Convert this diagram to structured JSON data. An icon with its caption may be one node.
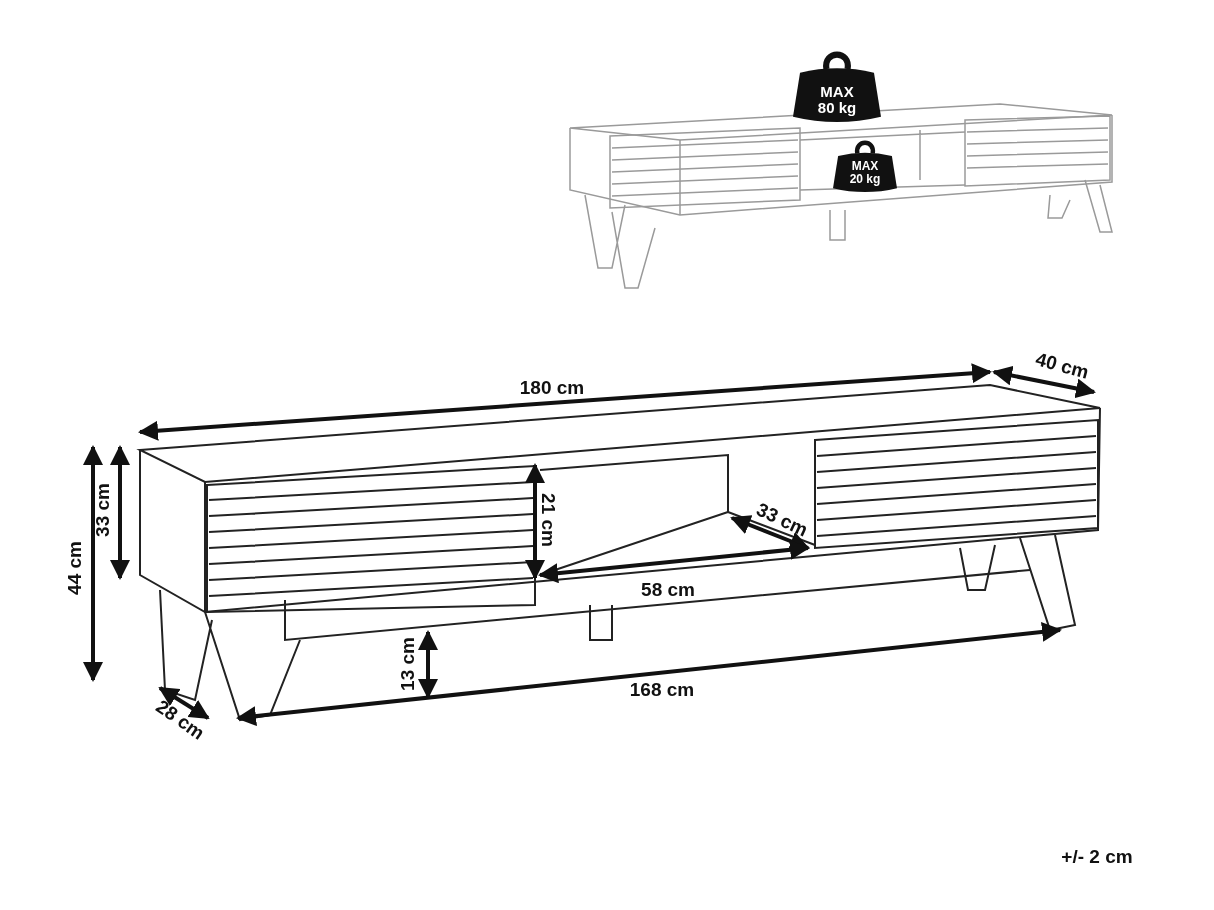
{
  "diagram": {
    "nodes": [
      {
        "text": [
          "MAX 80 kg"
        ]
      },
      {
        "text": [
          "MAX 20 kg"
        ]
      }
    ],
    "labels": [
      "180 cm",
      "40 cm",
      "44 cm",
      "33 cm",
      "21 cm",
      "33 cm",
      "58 cm",
      "13 cm",
      "168 cm",
      "28 cm",
      "+/- 2 cm"
    ]
  }
}
